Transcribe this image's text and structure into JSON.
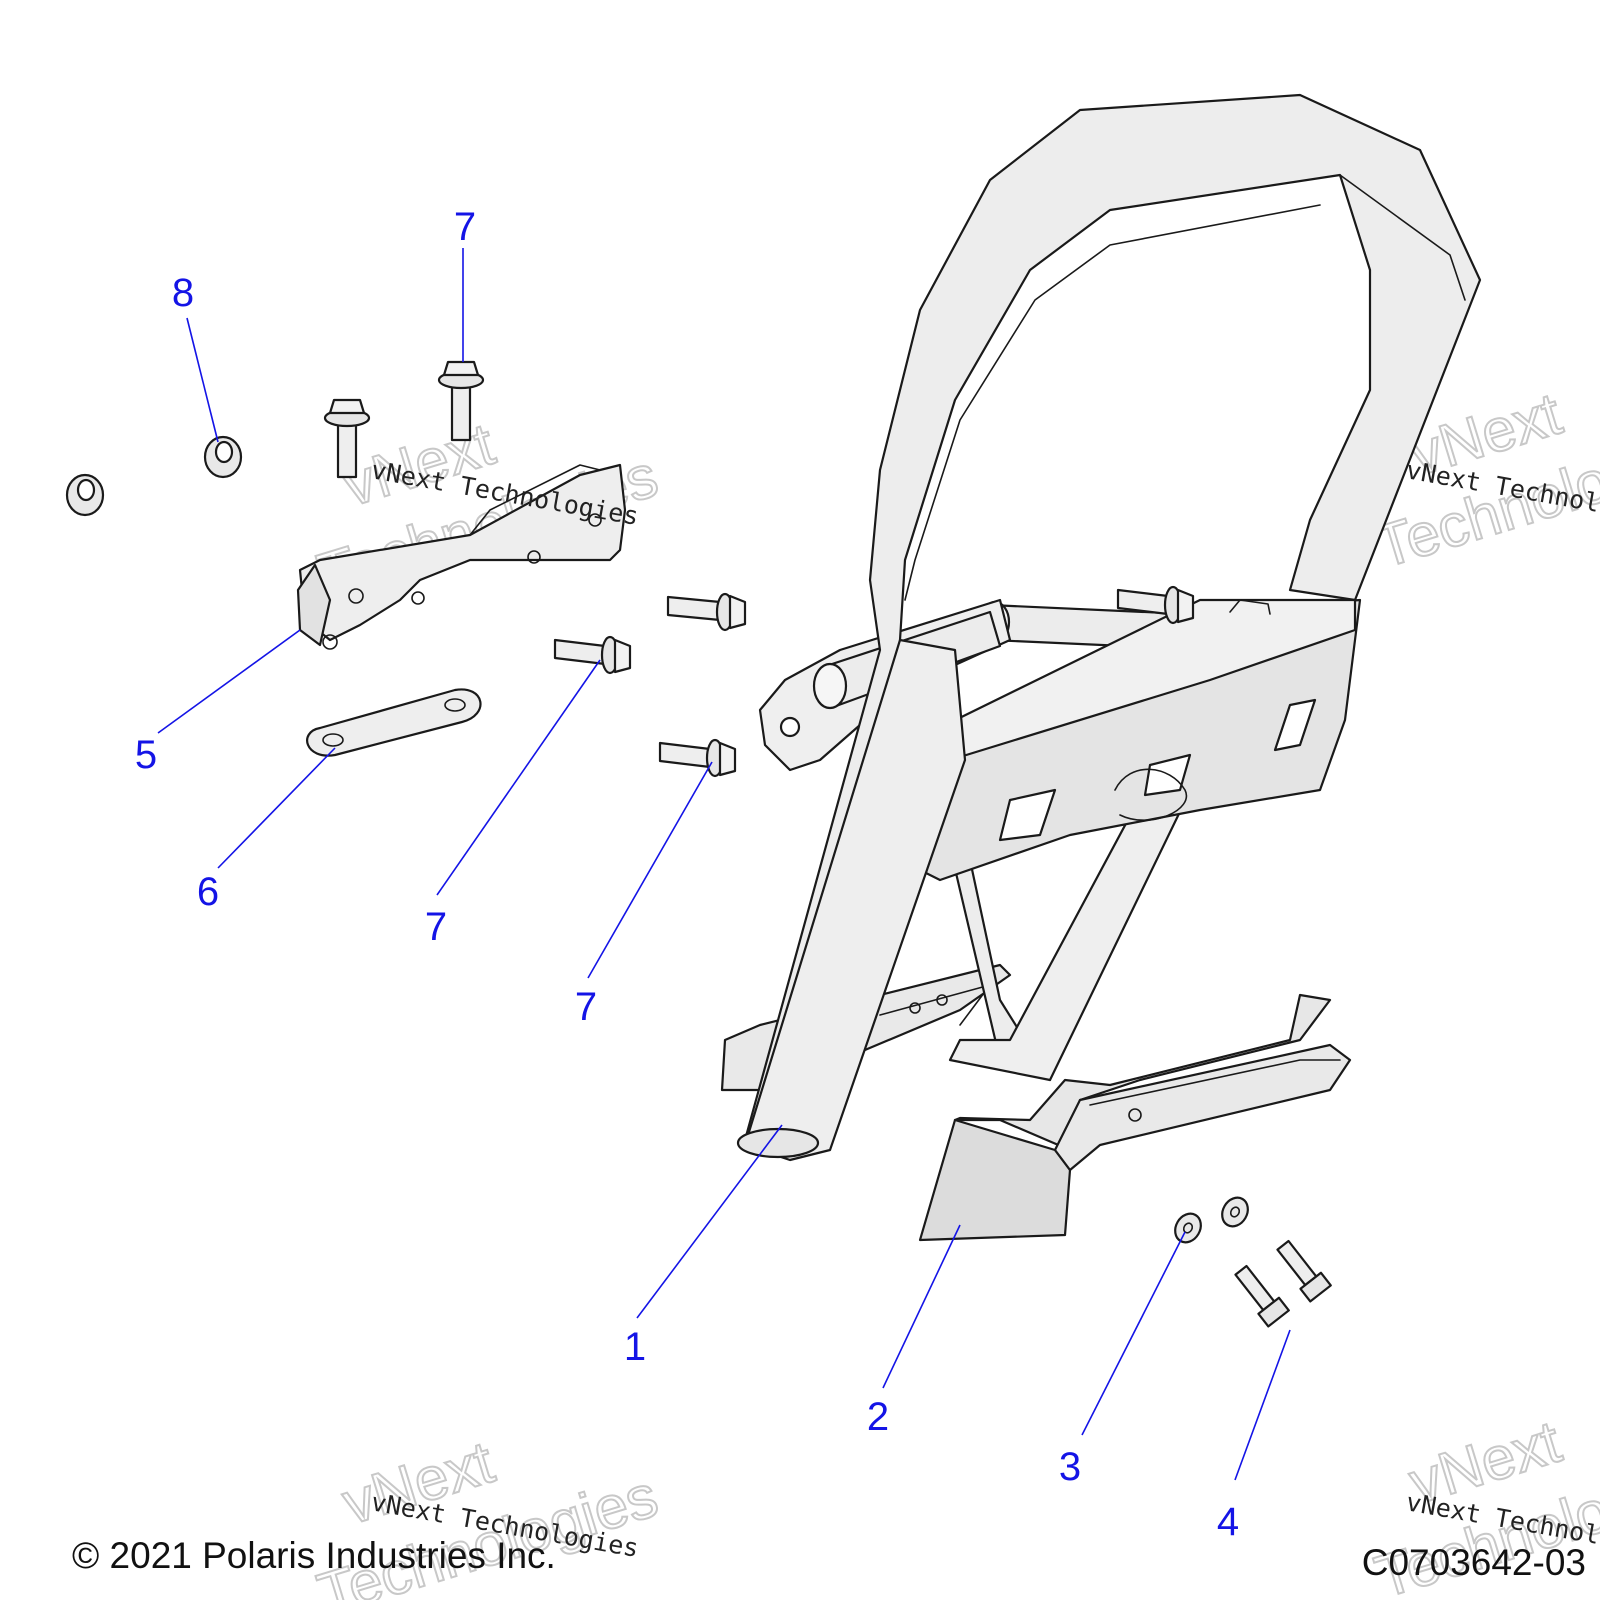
{
  "colors": {
    "callout": "#1414e6",
    "part_fill": "#efefef",
    "part_shade": "#dcdcdc",
    "outline": "#1a1a1a",
    "watermark_outline": "#c8c8c8"
  },
  "callouts": [
    {
      "id": "c7_top",
      "label": "7"
    },
    {
      "id": "c8",
      "label": "8"
    },
    {
      "id": "c5",
      "label": "5"
    },
    {
      "id": "c6",
      "label": "6"
    },
    {
      "id": "c7_mid",
      "label": "7"
    },
    {
      "id": "c7_low",
      "label": "7"
    },
    {
      "id": "c1",
      "label": "1"
    },
    {
      "id": "c2",
      "label": "2"
    },
    {
      "id": "c3",
      "label": "3"
    },
    {
      "id": "c4",
      "label": "4"
    }
  ],
  "watermark": {
    "line": "vNext Technologies",
    "big_top": "vNext",
    "big_bottom": "Technologies"
  },
  "footer": {
    "copyright": "© 2021 Polaris Industries Inc.",
    "figure_code": "C0703642-03"
  }
}
